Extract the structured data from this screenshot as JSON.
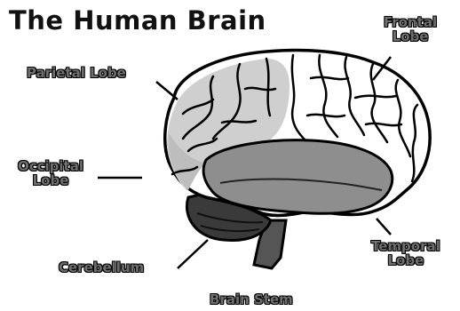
{
  "title": "The Human Brain",
  "labels": {
    "frontal": [
      "Frontal",
      "Lobe"
    ],
    "parietal": "Parietal Lobe",
    "occipital": [
      "Occipital",
      "Lobe"
    ],
    "temporal": [
      "Temporal",
      "Lobe"
    ],
    "cerebellum": "Cerebellum",
    "brain_stem": "Brain Stem"
  },
  "colors": {
    "outline": "#000000",
    "cortex": "#ffffff",
    "parietal_shade": "#cfcfcf",
    "temporal_shade": "#8e8e8e",
    "label_fill": "#6f6f6f",
    "stem": "#555555"
  }
}
